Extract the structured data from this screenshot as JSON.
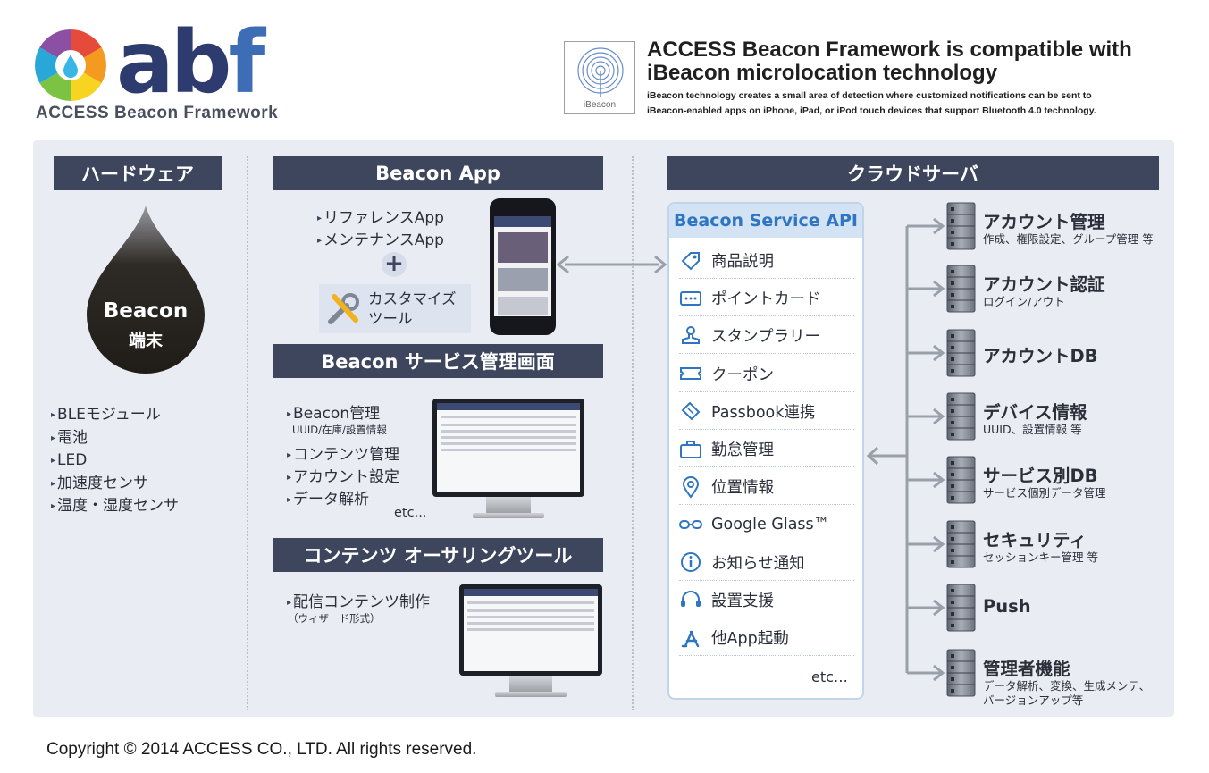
{
  "header": {
    "logo_text_main": "ab",
    "logo_text_f": "f",
    "logo_subtitle": "ACCESS Beacon Framework",
    "ibeacon_label": "iBeacon",
    "title_line1": "ACCESS Beacon Framework is compatible with",
    "title_line2": "iBeacon microlocation technology",
    "desc_line1": "iBeacon technology creates a small area of detection where customized notifications can be sent to",
    "desc_line2": "iBeacon-enabled apps on iPhone, iPad, or iPod touch devices that support Bluetooth 4.0 technology."
  },
  "hardware": {
    "title": "ハードウェア",
    "device_line1": "Beacon",
    "device_line2": "端末",
    "items": [
      "BLEモジュール",
      "電池",
      "LED",
      "加速度センサ",
      "温度・湿度センサ"
    ]
  },
  "beacon_app": {
    "title": "Beacon App",
    "items": [
      "リファレンスApp",
      "メンテナンスApp"
    ],
    "plus": "+",
    "custom_line1": "カスタマイズ",
    "custom_line2": "ツール"
  },
  "service_admin": {
    "title": "Beacon サービス管理画面",
    "item1": "Beacon管理",
    "item1_note": "UUID/在庫/設置情報",
    "items": [
      "コンテンツ管理",
      "アカウント設定",
      "データ解析"
    ],
    "etc": "etc..."
  },
  "authoring": {
    "title": "コンテンツ オーサリングツール",
    "item": "配信コンテンツ制作",
    "note": "（ウィザード形式）"
  },
  "cloud": {
    "title": "クラウドサーバ"
  },
  "api": {
    "title": "Beacon Service API",
    "items": [
      {
        "label": "商品説明",
        "icon": "tag-icon"
      },
      {
        "label": "ポイントカード",
        "icon": "card-icon"
      },
      {
        "label": "スタンプラリー",
        "icon": "stamp-icon"
      },
      {
        "label": "クーポン",
        "icon": "coupon-icon"
      },
      {
        "label": "Passbook連携",
        "icon": "pass-icon"
      },
      {
        "label": "勤怠管理",
        "icon": "briefcase-icon"
      },
      {
        "label": "位置情報",
        "icon": "location-pin-icon"
      },
      {
        "label": "Google Glass™",
        "icon": "glasses-icon"
      },
      {
        "label": "お知らせ通知",
        "icon": "info-icon"
      },
      {
        "label": "設置支援",
        "icon": "headset-icon"
      },
      {
        "label": "他App起動",
        "icon": "app-store-icon"
      }
    ],
    "etc": "etc…"
  },
  "servers": [
    {
      "title": "アカウント管理",
      "sub": "作成、権限設定、グループ管理 等"
    },
    {
      "title": "アカウント認証",
      "sub": "ログイン/アウト"
    },
    {
      "title": "アカウントDB",
      "sub": ""
    },
    {
      "title": "デバイス情報",
      "sub": "UUID、設置情報 等"
    },
    {
      "title": "サービス別DB",
      "sub": "サービス個別データ管理"
    },
    {
      "title": "セキュリティ",
      "sub": "セッションキー管理 等"
    },
    {
      "title": "Push",
      "sub": ""
    },
    {
      "title": "管理者機能",
      "sub": "データ解析、変換、生成メンテ、",
      "sub2": "バージョンアップ等"
    }
  ],
  "footer": {
    "copyright": "Copyright © 2014 ACCESS CO., LTD. All rights reserved."
  },
  "colors": {
    "header_bar": "#3e465e",
    "panel": "#e9ecf2",
    "api_accent": "#2f76c2",
    "api_border": "#bfd5ec"
  }
}
